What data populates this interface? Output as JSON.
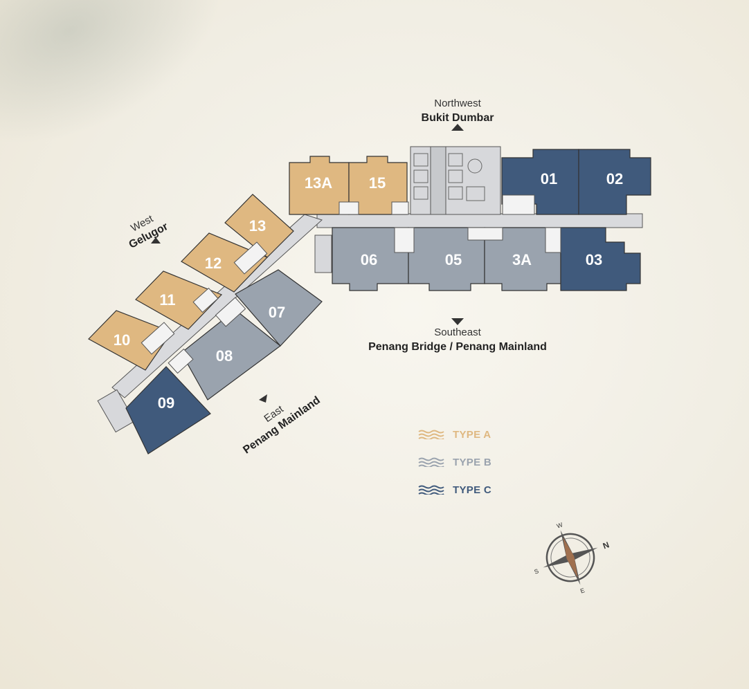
{
  "colors": {
    "type_a": "#dfb881",
    "type_b": "#9aa3ae",
    "type_c": "#405a7c",
    "corridor": "#d9dadd",
    "core": "#c9cbce"
  },
  "directions": {
    "northwest": {
      "label": "Northwest",
      "place": "Bukit Dumbar"
    },
    "west": {
      "label": "West",
      "place": "Gelugor"
    },
    "southeast": {
      "label": "Southeast",
      "place": "Penang Bridge / Penang Mainland"
    },
    "east": {
      "label": "East",
      "place": "Penang Mainland"
    }
  },
  "units": {
    "u13a": "13A",
    "u15": "15",
    "u01": "01",
    "u02": "02",
    "u06": "06",
    "u05": "05",
    "u3a": "3A",
    "u03": "03",
    "u13": "13",
    "u12": "12",
    "u11": "11",
    "u10": "10",
    "u07": "07",
    "u08": "08",
    "u09": "09"
  },
  "legend": [
    {
      "label": "TYPE A",
      "color": "#dfb881"
    },
    {
      "label": "TYPE B",
      "color": "#9aa3ae"
    },
    {
      "label": "TYPE C",
      "color": "#405a7c"
    }
  ],
  "compass": {
    "icon": "compass-icon",
    "n": "N",
    "s": "S",
    "e": "E",
    "w": "W"
  }
}
